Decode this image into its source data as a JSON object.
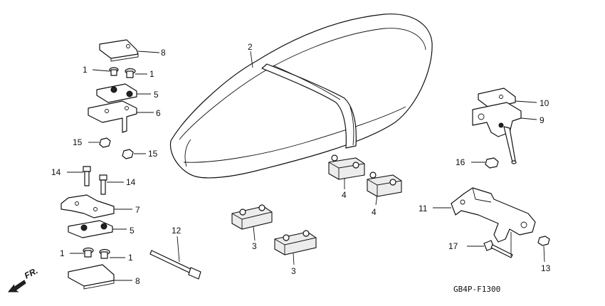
{
  "diagram": {
    "callouts": {
      "seat": "2",
      "seat_lock_bracket": "8",
      "bolt_upper_left": "1",
      "bolt_upper_right": "1",
      "hinge_plate_upper": "5",
      "hinge_base_upper": "6",
      "nut_15_a": "15",
      "nut_15_b": "15",
      "bolt_14_a": "14",
      "bolt_14_b": "14",
      "hinge_bracket_lower": "7",
      "hinge_plate_lower": "5",
      "bolt_lower_left": "1",
      "bolt_lower_right": "1",
      "seat_lock_bracket_lower": "8",
      "rod": "12",
      "cushion_3_a": "3",
      "cushion_3_b": "3",
      "cushion_4_a": "4",
      "cushion_4_b": "4",
      "plate_10": "10",
      "latch_9": "9",
      "nut_16": "16",
      "stay_11": "11",
      "bolt_17": "17",
      "nut_13": "13"
    },
    "direction_label": "FR.",
    "drawing_code": "GB4P-F1300"
  }
}
